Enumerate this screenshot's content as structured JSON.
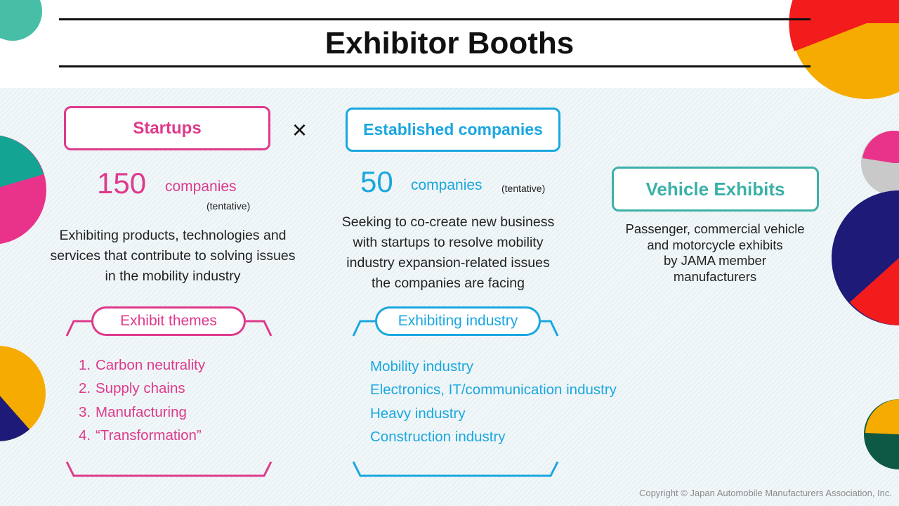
{
  "title": "Exhibitor Booths",
  "times_symbol": "×",
  "startups": {
    "label": "Startups",
    "count": "150",
    "unit": "companies",
    "note": "(tentative)",
    "description": [
      "Exhibiting products, technologies and",
      "services that contribute to solving issues",
      "in the mobility industry"
    ],
    "themes_label": "Exhibit themes",
    "themes": [
      {
        "num": "1.",
        "text": "Carbon neutrality"
      },
      {
        "num": "2.",
        "text": "Supply chains"
      },
      {
        "num": "3.",
        "text": "Manufacturing"
      },
      {
        "num": "4.",
        "text": "“Transformation”"
      }
    ]
  },
  "established": {
    "label": "Established companies",
    "count": "50",
    "unit": "companies",
    "note": "(tentative)",
    "description": [
      "Seeking to co-create new business",
      "with startups to resolve mobility",
      "industry expansion-related issues",
      "the companies are facing"
    ],
    "industry_label": "Exhibiting industry",
    "industries": [
      "Mobility industry",
      "Electronics, IT/communication industry",
      "Heavy industry",
      "Construction industry"
    ]
  },
  "vehicle": {
    "label": "Vehicle Exhibits",
    "description": [
      "Passenger, commercial vehicle",
      "and motorcycle exhibits",
      "by JAMA member",
      "manufacturers"
    ]
  },
  "copyright": "Copyright © Japan Automobile Manufacturers Association, Inc.",
  "colors": {
    "pink": "#de3a8c",
    "blue": "#1aa7df",
    "teal": "#3bb1a8",
    "red": "#f21c1c",
    "orange": "#f6ab00",
    "navy": "#1d1a78",
    "gray": "#c9c9c9",
    "green": "#0e5943"
  }
}
